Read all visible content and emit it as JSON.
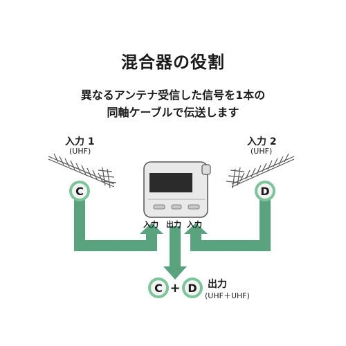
{
  "title": "混合器の役割",
  "subtitle_line1": "異なるアンテナ受信した信号を1本の",
  "subtitle_line2": "同軸ケーブルで伝送します",
  "input1": {
    "label": "入力 1",
    "band": "(UHF)",
    "badge": "C"
  },
  "input2": {
    "label": "入力 2",
    "band": "(UHF)",
    "badge": "D"
  },
  "ports": {
    "left_in": "入力",
    "out": "出力",
    "right_in": "入力"
  },
  "output": {
    "badge_c": "C",
    "plus": "+",
    "badge_d": "D",
    "label": "出力",
    "band": "(UHF＋UHF)"
  },
  "colors": {
    "arrow_fill": "#5aa37f",
    "badge_fill": "#f2f2f2",
    "badge_ring": "#7cc49a",
    "device_screen": "#2b2b2b"
  }
}
